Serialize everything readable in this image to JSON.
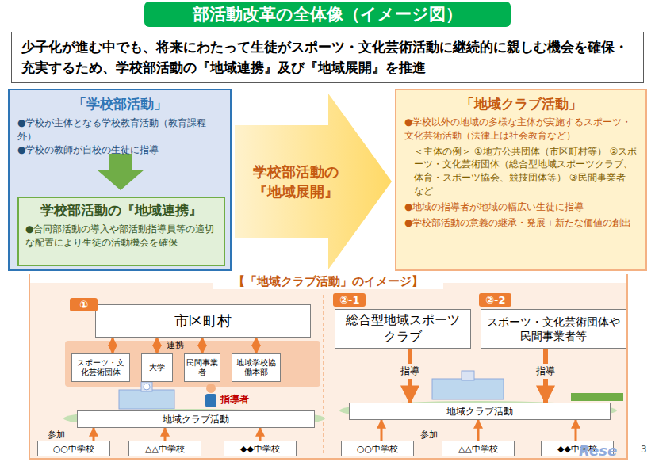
{
  "diagram": {
    "title": "部活動改革の全体像（イメージ図）",
    "nodes": [
      {
        "text": [
          "少子化が進む中でも、将来にわたって生徒がスポーツ・文化芸術活動に継続的に親しむ機会を確保・充実するため、学校部活動の『地域連携』及び『地域展開』を推進"
        ]
      },
      {
        "text": [
          "「学校部活動」",
          "●学校が主体となる学校教育活動（教育課程外）",
          "●学校の教師が自校の生徒に指導"
        ]
      },
      {
        "text": [
          "学校部活動の『地域連携』",
          "●合同部活動の導入や部活動指導員等の適切な配置により生徒の活動機会を確保"
        ],
        "in": 1
      },
      {
        "text": [
          "学校部活動の『地域展開』"
        ]
      },
      {
        "text": [
          "「地域クラブ活動」",
          "●学校以外の地域の多様な主体が実施するスポーツ・文化芸術活動（法律上は社会教育など）",
          "＜主体の例＞ ①地方公共団体（市区町村等） ②スポーツ・文化芸術団体（総合型地域スポーツクラブ、体育・スポーツ協会、競技団体等） ③民間事業者　など",
          "●地域の指導者が地域の幅広い生徒に指導",
          "●学校部活動の意義の継承・発展＋新たな価値の創出"
        ]
      },
      {
        "text": [
          "【「地域クラブ活動」のイメージ】"
        ]
      },
      {
        "text": [
          "市区町村"
        ],
        "in": 5
      },
      {
        "text": [
          "スポーツ・文化芸術団体"
        ],
        "in": 5
      },
      {
        "text": [
          "大学"
        ],
        "in": 5
      },
      {
        "text": [
          "民間事業者"
        ],
        "in": 5
      },
      {
        "text": [
          "地域学校協働本部"
        ],
        "in": 5
      },
      {
        "text": [
          "地域クラブ活動"
        ],
        "in": 5
      },
      {
        "text": [
          "○○中学校"
        ],
        "in": 5
      },
      {
        "text": [
          "△△中学校"
        ],
        "in": 5
      },
      {
        "text": [
          "◆◆中学校"
        ],
        "in": 5
      },
      {
        "text": [
          "総合型地域スポーツクラブ"
        ],
        "in": 5
      },
      {
        "text": [
          "スポーツ・文化芸術団体や民間事業者等"
        ],
        "in": 5
      },
      {
        "text": [
          "地域クラブ活動"
        ],
        "in": 5
      },
      {
        "text": [
          "○○中学校"
        ],
        "in": 5
      },
      {
        "text": [
          "△△中学校"
        ],
        "in": 5
      },
      {
        "text": [
          "◆◆中学校"
        ],
        "in": 5
      }
    ],
    "edges": [
      {
        "from": 6,
        "to": 7,
        "arrow": "both"
      },
      {
        "from": 6,
        "to": 8,
        "arrow": "both"
      },
      {
        "from": 6,
        "to": 9,
        "arrow": "both"
      },
      {
        "from": 6,
        "to": 10,
        "arrow": "both"
      },
      {
        "from": 12,
        "to": 11,
        "arrow": "to"
      },
      {
        "from": 13,
        "to": 11,
        "arrow": "to"
      },
      {
        "from": 14,
        "to": 11,
        "arrow": "to"
      },
      {
        "from": 15,
        "to": 17,
        "label": "指導",
        "arrow": "to"
      },
      {
        "from": 16,
        "to": 17,
        "label": "指導",
        "arrow": "to"
      },
      {
        "from": 18,
        "to": 17,
        "arrow": "to"
      },
      {
        "from": 19,
        "to": 17,
        "arrow": "to"
      },
      {
        "from": 20,
        "to": 17,
        "arrow": "to"
      }
    ],
    "labels": [
      "①",
      "②-1",
      "②-2",
      "連携",
      "指導者",
      "参加",
      "参加",
      "3",
      "Rese"
    ]
  }
}
